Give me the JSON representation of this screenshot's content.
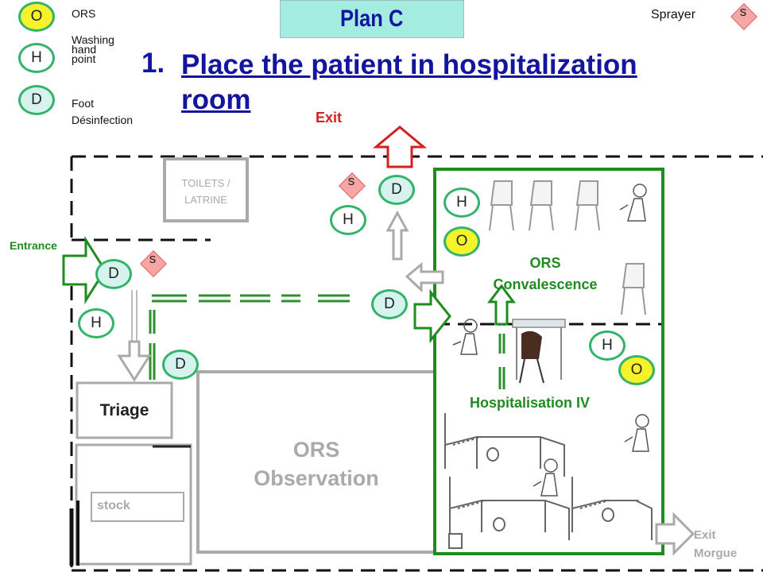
{
  "plan_title": "Plan C",
  "step_number": "1.",
  "step_text_line1": "Place the patient in hospitalization",
  "step_text_line2": "room",
  "legend": {
    "o_symbol": "O",
    "o_label": "ORS",
    "h_symbol": "H",
    "h_label_line1": "Washing",
    "h_label_line2": "hand",
    "h_label_line3": "point",
    "d_symbol": "D",
    "d_label_line1": "Foot",
    "d_label_line2": "Désinfection",
    "sprayer_label": "Sprayer",
    "sprayer_symbol": "s"
  },
  "labels": {
    "exit": "Exit",
    "entrance": "Entrance",
    "toilets_line1": "TOILETS /",
    "toilets_line2": "LATRINE",
    "triage": "Triage",
    "stock": "stock",
    "observation_line1": "ORS",
    "observation_line2": "Observation",
    "convalescence_line1": "ORS",
    "convalescence_line2": "Convalescence",
    "hospitalisation": "Hospitalisation IV",
    "exit_morgue_line1": "Exit",
    "exit_morgue_line2": "Morgue"
  },
  "markers": {
    "d": "D",
    "h": "H",
    "o": "O",
    "s": "s"
  },
  "colors": {
    "title_bg": "#a4ebe0",
    "step_text": "#13159e",
    "exit_red": "#d42020",
    "room_green": "#1f8c1f",
    "path_green": "#2f8f2f",
    "gray_walls": "#aaaaaa"
  }
}
